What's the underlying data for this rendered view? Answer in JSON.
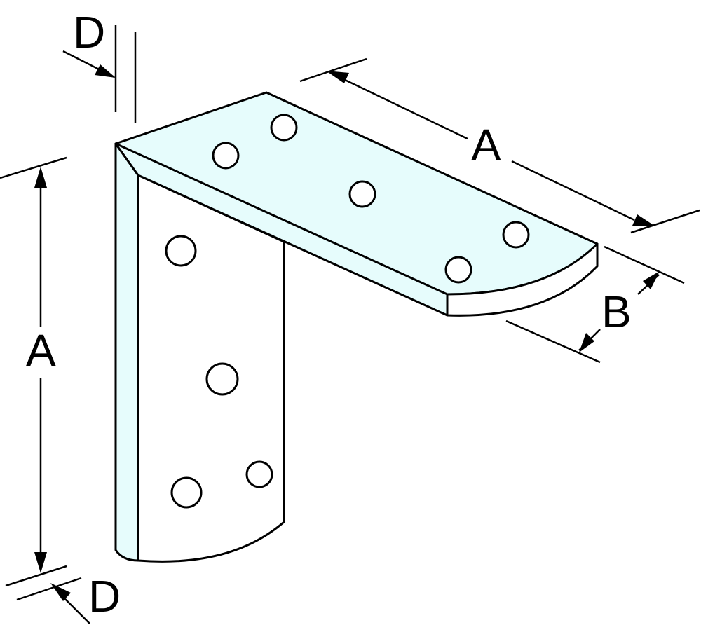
{
  "colors": {
    "face_fill": "#e6fcfc",
    "side_fill": "#ffffff",
    "line": "#000000"
  },
  "labels": {
    "depth_top": "D",
    "length_horizontal": "A",
    "width": "B",
    "length_vertical": "A",
    "depth_bottom": "D"
  }
}
